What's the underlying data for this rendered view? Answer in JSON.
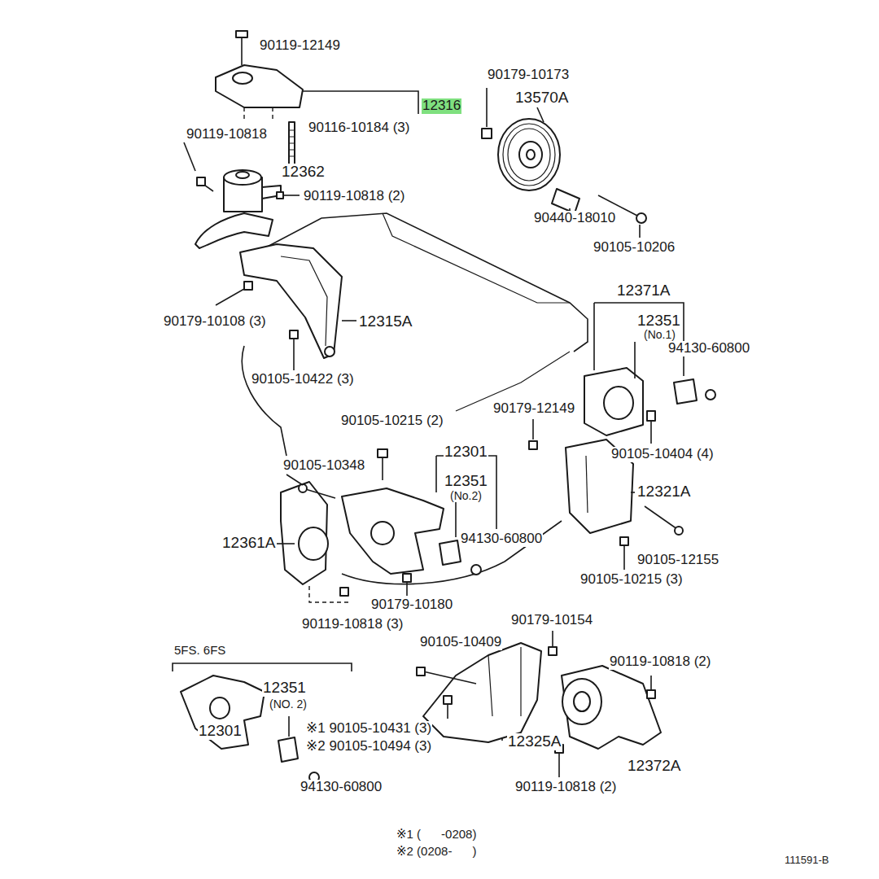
{
  "diagram": {
    "labels": [
      "90119-12149",
      "90179-10173",
      "13570A",
      "12316",
      "90116-10184 (3)",
      "90119-10818",
      "12362",
      "90119-10818 (2)",
      "90440-18010",
      "90105-10206",
      "12371A",
      "12351",
      "(No.1)",
      "94130-60800",
      "90179-10108 (3)",
      "12315A",
      "90105-10422 (3)",
      "90179-12149",
      "90105-10215 (2)",
      "12301",
      "90105-10404 (4)",
      "90105-10348",
      "12351",
      "(No.2)",
      "12321A",
      "94130-60800",
      "12361A",
      "90105-12155",
      "90105-10215 (3)",
      "90179-10180",
      "90119-10818 (3)",
      "90179-10154",
      "90105-10409",
      "5FS. 6FS",
      "90119-10818 (2)",
      "12351",
      "(NO. 2)",
      "12301",
      "※1 90105-10431 (3)",
      "※2 90105-10494 (3)",
      "12325A",
      "12372A",
      "94130-60800",
      "90119-10818 (2)",
      "※1 (      -0208)",
      "※2 (0208-      )",
      "111591-B"
    ]
  }
}
